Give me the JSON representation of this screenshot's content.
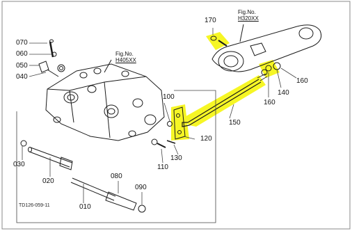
{
  "diagram": {
    "drawing_code": "TD126-059-11",
    "figure_refs": [
      {
        "label": "Fig.No.",
        "number": "H405XX"
      },
      {
        "label": "Fig.No.",
        "number": "H320XX"
      }
    ],
    "parts": [
      {
        "id": "p010",
        "number": "010"
      },
      {
        "id": "p020",
        "number": "020"
      },
      {
        "id": "p030",
        "number": "030"
      },
      {
        "id": "p040",
        "number": "040"
      },
      {
        "id": "p050",
        "number": "050"
      },
      {
        "id": "p060",
        "number": "060"
      },
      {
        "id": "p070",
        "number": "070"
      },
      {
        "id": "p080",
        "number": "080"
      },
      {
        "id": "p090",
        "number": "090"
      },
      {
        "id": "p100",
        "number": "100"
      },
      {
        "id": "p110",
        "number": "110"
      },
      {
        "id": "p120",
        "number": "120"
      },
      {
        "id": "p130",
        "number": "130"
      },
      {
        "id": "p140",
        "number": "140"
      },
      {
        "id": "p150",
        "number": "150"
      },
      {
        "id": "p160a",
        "number": "160"
      },
      {
        "id": "p160b",
        "number": "160"
      },
      {
        "id": "p170",
        "number": "170"
      }
    ],
    "highlight_color": "#f5f500",
    "line_color": "#1a1a1a"
  }
}
